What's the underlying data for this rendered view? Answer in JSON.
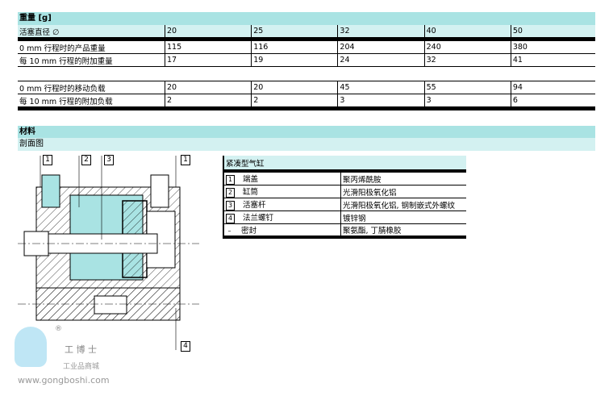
{
  "weight_table": {
    "title": "重量 [g]",
    "header_label": "活塞直径 ∅",
    "diameters": [
      "20",
      "25",
      "32",
      "40",
      "50"
    ],
    "rows": [
      {
        "label": "0 mm 行程时的产品重量",
        "values": [
          "115",
          "116",
          "204",
          "240",
          "380"
        ]
      },
      {
        "label": "每 10 mm 行程的附加重量",
        "values": [
          "17",
          "19",
          "24",
          "32",
          "41"
        ]
      },
      {
        "label": "0 mm 行程时的移动负载",
        "values": [
          "20",
          "20",
          "45",
          "55",
          "94"
        ]
      },
      {
        "label": "每 10 mm 行程的附加负载",
        "values": [
          "2",
          "2",
          "3",
          "3",
          "6"
        ]
      }
    ]
  },
  "materials": {
    "title": "材料",
    "subtitle": "剖面图",
    "table_title": "紧凑型气缸",
    "rows": [
      {
        "no": "1",
        "part": "端盖",
        "material": "聚丙烯酰胺"
      },
      {
        "no": "2",
        "part": "缸筒",
        "material": "光滑阳极氧化铝"
      },
      {
        "no": "3",
        "part": "活塞杆",
        "material": "光滑阳极氧化铝, 钢制嵌式外螺纹"
      },
      {
        "no": "4",
        "part": "法兰螺钉",
        "material": "镀锌钢"
      },
      {
        "no": "–",
        "part": "密封",
        "material": "聚氨酯, 丁腈橡胶"
      }
    ]
  },
  "drawing_callouts": [
    "1",
    "2",
    "3",
    "1",
    "4"
  ],
  "watermark": {
    "brand": "工 博 士",
    "tagline": "工业品商城",
    "url": "www.gongboshi.com",
    "reg": "®"
  }
}
